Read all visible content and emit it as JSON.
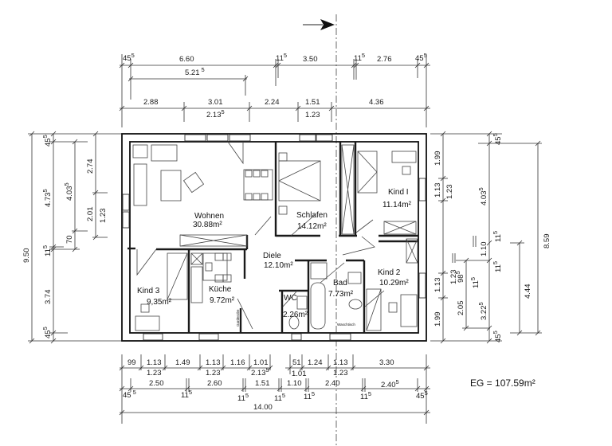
{
  "plan": {
    "total_label": "EG = 107.59m²",
    "north_arrow": "section-arrow"
  },
  "rooms": [
    {
      "name": "Wohnen",
      "area": "30.88m²"
    },
    {
      "name": "Schlafen",
      "area": "14.12m²"
    },
    {
      "name": "Kind I",
      "area": "11.14m²"
    },
    {
      "name": "Diele",
      "area": "12.10m²"
    },
    {
      "name": "Kind 2",
      "area": "10.29m²"
    },
    {
      "name": "Kind  3",
      "area": "9,35m²"
    },
    {
      "name": "Küche",
      "area": "9.72m²"
    },
    {
      "name": "WC",
      "area": "2.26m²"
    },
    {
      "name": "Bad",
      "area": "7.73m²"
    }
  ],
  "fixtures": {
    "garderobe": "Garderobe",
    "waschtisch": "Waschtisch"
  },
  "dims_top": {
    "row1": [
      {
        "v": "45",
        "s": "5"
      },
      {
        "v": "6.60",
        "s": ""
      },
      {
        "v": "11",
        "s": "5"
      },
      {
        "v": "3.50",
        "s": ""
      },
      {
        "v": "11",
        "s": "5"
      },
      {
        "v": "2.76",
        "s": ""
      },
      {
        "v": "45",
        "s": "5"
      }
    ],
    "row1b": {
      "v": "5.21",
      "s": "5"
    },
    "row2": [
      "2.88",
      "3.01",
      "2.24",
      "1.51",
      "4.36"
    ],
    "row2b": [
      {
        "v": "2.13",
        "s": "5"
      },
      {
        "v": "1.23",
        "s": ""
      }
    ]
  },
  "dims_bottom": {
    "row1": [
      "99",
      "1.13",
      "1.49",
      "1.13",
      "1.16",
      "1.01",
      "51",
      "1.24",
      "1.13",
      "3.30"
    ],
    "row1b": [
      "1.23",
      "1.23",
      "2.13",
      "1.01",
      "1.23"
    ],
    "row1b_sup": "5",
    "row2": [
      {
        "v": "45",
        "s": "5"
      },
      {
        "v": "2.50",
        "s": ""
      },
      {
        "v": "11",
        "s": "5"
      },
      {
        "v": "2.60",
        "s": ""
      },
      {
        "v": "11",
        "s": "5"
      },
      {
        "v": "1.51",
        "s": ""
      },
      {
        "v": "11",
        "s": "5"
      },
      {
        "v": "1.10",
        "s": ""
      },
      {
        "v": "11",
        "s": "5"
      },
      {
        "v": "2.40",
        "s": ""
      },
      {
        "v": "11",
        "s": "5"
      },
      {
        "v": "2.40",
        "s": "5"
      },
      {
        "v": "45",
        "s": "5"
      }
    ],
    "overall": "14.00"
  },
  "dims_left": {
    "overall": "9.50",
    "c2": [
      {
        "v": "45",
        "s": "5"
      },
      {
        "v": "4.73",
        "s": "5"
      },
      {
        "v": "11",
        "s": "5"
      },
      {
        "v": "3.74",
        "s": ""
      },
      {
        "v": "45",
        "s": "5"
      }
    ],
    "c3": [
      {
        "v": "4.03",
        "s": "5"
      },
      {
        "v": "70",
        "s": ""
      }
    ],
    "c4": [
      "2.74",
      "2.01",
      "1.23"
    ]
  },
  "dims_right": {
    "c1": [
      "1.99",
      "1.13",
      "1.23",
      "1.13",
      "1.99"
    ],
    "c2": [
      {
        "v": "1.23",
        "s": ""
      },
      {
        "v": "98",
        "s": "5"
      },
      {
        "v": "2.05",
        "s": ""
      }
    ],
    "c3": [
      {
        "v": "4.03",
        "s": "5"
      },
      {
        "v": "1.10",
        "s": ""
      },
      {
        "v": "11",
        "s": "5"
      },
      {
        "v": "3.22",
        "s": "5"
      }
    ],
    "c4": [
      {
        "v": "45",
        "s": "5"
      },
      {
        "v": "11",
        "s": "5"
      },
      {
        "v": "11",
        "s": "5"
      },
      {
        "v": "45",
        "s": "5"
      }
    ],
    "overall": "8.59",
    "c5": "4.44"
  }
}
